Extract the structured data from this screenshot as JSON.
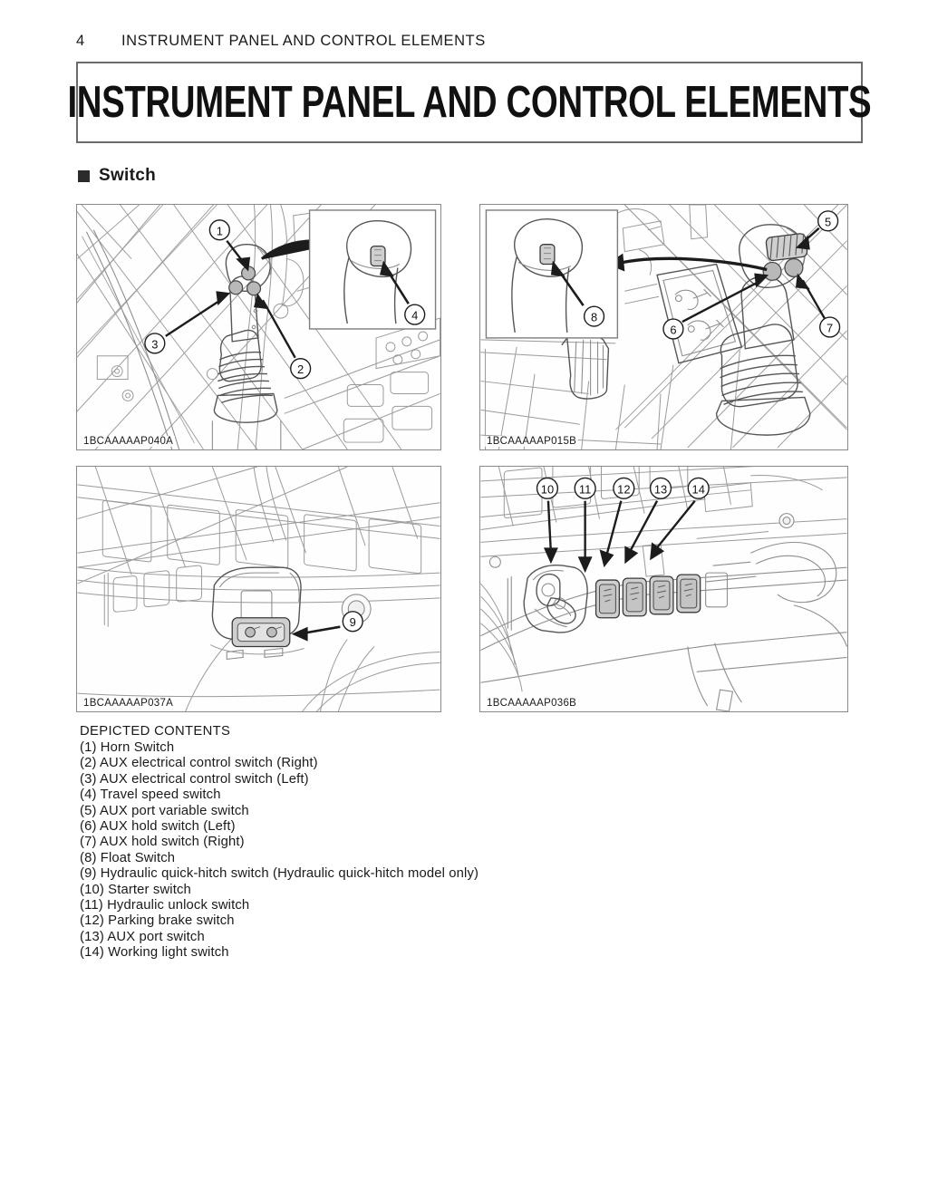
{
  "header": {
    "page_number": "4",
    "running_title": "INSTRUMENT PANEL AND CONTROL ELEMENTS"
  },
  "banner": {
    "title": "INSTRUMENT PANEL AND CONTROL ELEMENTS"
  },
  "section": {
    "bullet_icon": "filled-square-icon",
    "label": "Switch"
  },
  "figures": [
    {
      "id": "fig-top-left",
      "caption": "1BCAAAAAP040A",
      "description": "Left joystick lever with three thumb buttons and inset detail of grip top",
      "callouts": [
        "1",
        "3",
        "2",
        "4"
      ],
      "inset": true
    },
    {
      "id": "fig-top-right",
      "caption": "1BCAAAAAP015B",
      "description": "Right joystick lever with roller switch and two buttons, inset detail of grip top",
      "callouts": [
        "5",
        "6",
        "7",
        "8"
      ],
      "inset": true
    },
    {
      "id": "fig-bottom-left",
      "caption": "1BCAAAAAP037A",
      "description": "Console mounted hydraulic quick-hitch rocker switch",
      "callouts": [
        "9"
      ],
      "inset": false
    },
    {
      "id": "fig-bottom-right",
      "caption": "1BCAAAAAP036B",
      "description": "Right console switch panel with starter switch and four rocker switches",
      "callouts": [
        "10",
        "11",
        "12",
        "13",
        "14"
      ],
      "inset": false
    }
  ],
  "depicted_contents": {
    "title": "DEPICTED CONTENTS",
    "items": [
      "(1) Horn Switch",
      "(2) AUX electrical control switch (Right)",
      "(3) AUX electrical control switch (Left)",
      "(4) Travel speed switch",
      "(5) AUX port variable switch",
      "(6) AUX hold switch (Left)",
      "(7) AUX hold switch (Right)",
      "(8) Float Switch",
      "(9) Hydraulic quick-hitch switch (Hydraulic quick-hitch model only)",
      "(10) Starter switch",
      "(11) Hydraulic unlock switch",
      "(12) Parking brake switch",
      "(13) AUX port switch",
      "(14) Working light switch"
    ]
  },
  "colors": {
    "page_background": "#ffffff",
    "text": "#1a1a1a",
    "banner_border": "#6b6b6b",
    "figure_border": "#8a8a8a",
    "line_art_light": "#9a9a9a",
    "line_art_dark": "#2e2e2e",
    "knob_fill": "#b9b9b9"
  }
}
